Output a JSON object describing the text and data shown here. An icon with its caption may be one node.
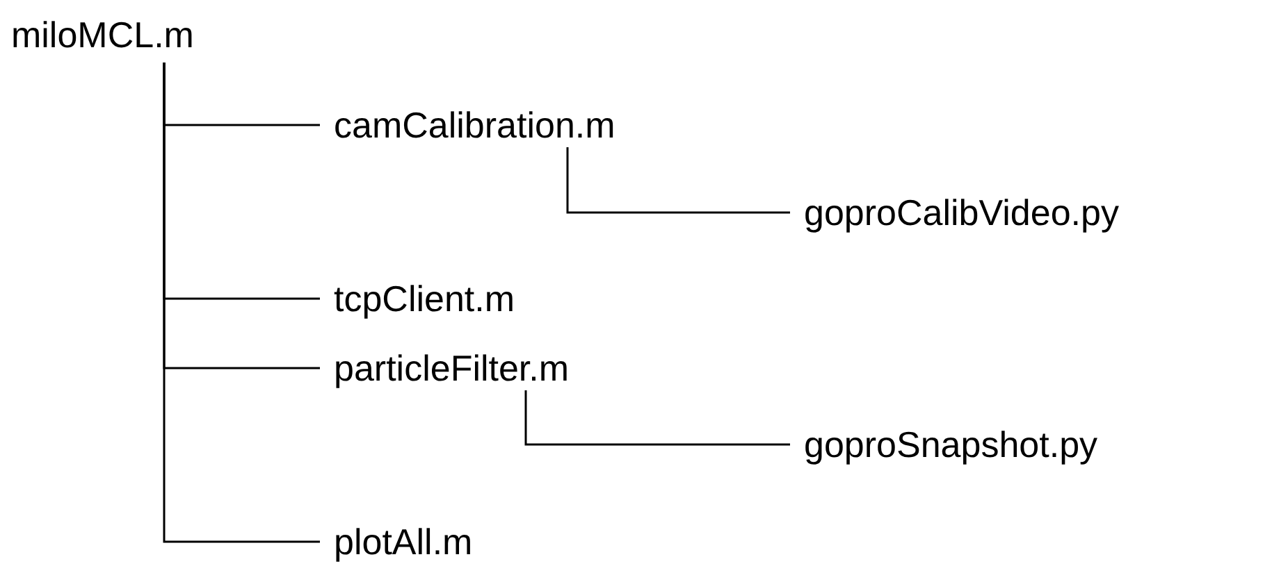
{
  "diagram": {
    "nodes": [
      {
        "text": [
          "miloMCL.m"
        ]
      },
      {
        "text": [
          "camCalibration.m"
        ]
      },
      {
        "text": [
          "goproCalibVideo.py"
        ]
      },
      {
        "text": [
          "tcpClient.m"
        ]
      },
      {
        "text": [
          "particleFilter.m"
        ]
      },
      {
        "text": [
          "goproSnapshot.py"
        ]
      },
      {
        "text": [
          "plotAll.m"
        ]
      }
    ],
    "edges": [
      {
        "from": 0,
        "to": 1,
        "arrow": "none"
      },
      {
        "from": 1,
        "to": 2,
        "arrow": "none"
      },
      {
        "from": 0,
        "to": 3,
        "arrow": "none"
      },
      {
        "from": 0,
        "to": 4,
        "arrow": "none"
      },
      {
        "from": 4,
        "to": 5,
        "arrow": "none"
      },
      {
        "from": 0,
        "to": 6,
        "arrow": "none"
      }
    ]
  }
}
